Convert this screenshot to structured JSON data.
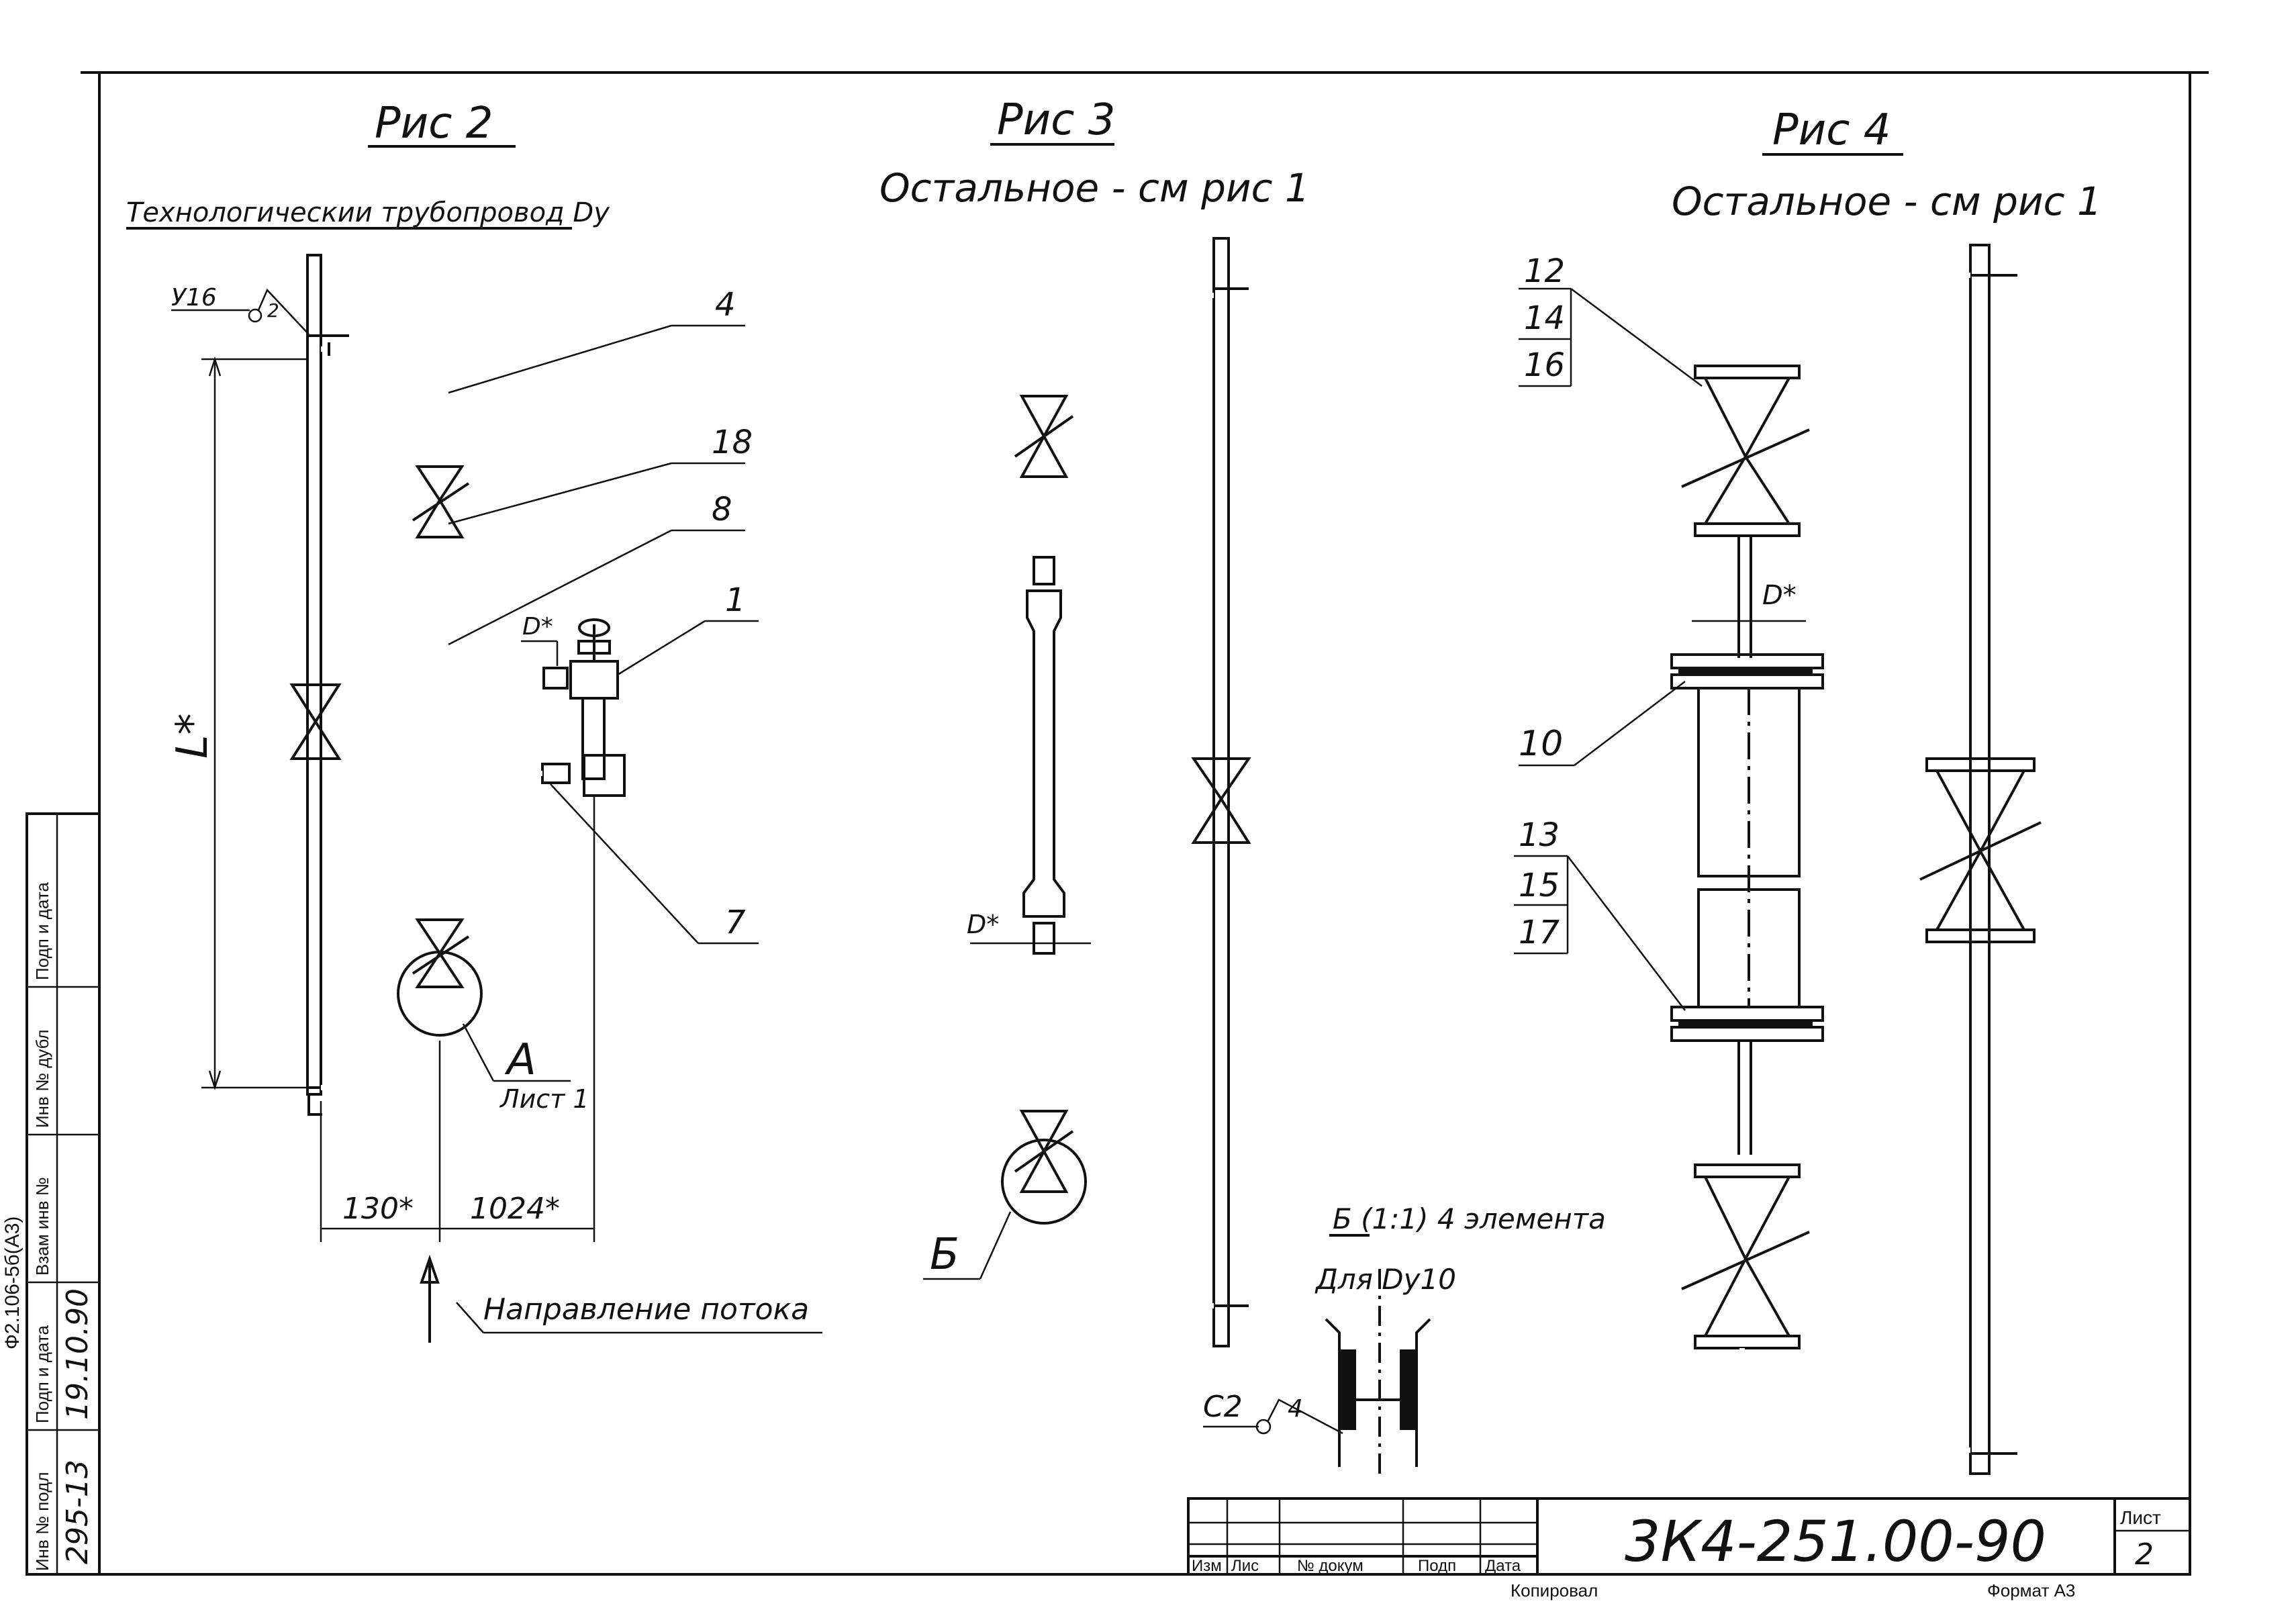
{
  "figures": {
    "fig2": {
      "title": "Рис 2",
      "pipeline_label": "Технологическии трубопровод Dу",
      "weld_label": "У16",
      "weld_num": "2",
      "callouts": [
        "4",
        "18",
        "8",
        "1",
        "7"
      ],
      "dim_L": "L*",
      "dim_D": "D*",
      "dim_130": "130*",
      "dim_1024": "1024*",
      "detail_letter": "А",
      "detail_sheet": "Лист 1",
      "flow_label": "Направление потока"
    },
    "fig3": {
      "title": "Рис 3",
      "subtitle": "Остальное - см рис 1",
      "dim_D": "D*",
      "detail_letter": "Б"
    },
    "fig4": {
      "title": "Рис 4",
      "subtitle": "Остальное - см рис 1",
      "callouts_a": [
        "12",
        "14",
        "16"
      ],
      "callouts_b": [
        "13",
        "15",
        "17"
      ],
      "callout_10": "10",
      "dim_D": "D*"
    },
    "detail_b": {
      "title": "Б (1:1) 4 элемента",
      "subtitle": "Для Dу10",
      "weld_label": "С2",
      "weld_num": "4"
    }
  },
  "left_stamp": {
    "form": "Ф2.106-5б(А3)",
    "headers": [
      "Инв № подл",
      "Подп и дата",
      "Взам инв №",
      "Инв № дубл",
      "Подп и дата"
    ],
    "values": [
      "295-13",
      "19.10.90"
    ]
  },
  "title_block": {
    "headers": [
      "Изм",
      "Лис",
      "№ докум",
      "Подп",
      "Дата"
    ],
    "doc_number": "3К4-251.00-90",
    "sheet_label": "Лист",
    "sheet_number": "2",
    "copied": "Копировал",
    "format": "Формат А3"
  }
}
